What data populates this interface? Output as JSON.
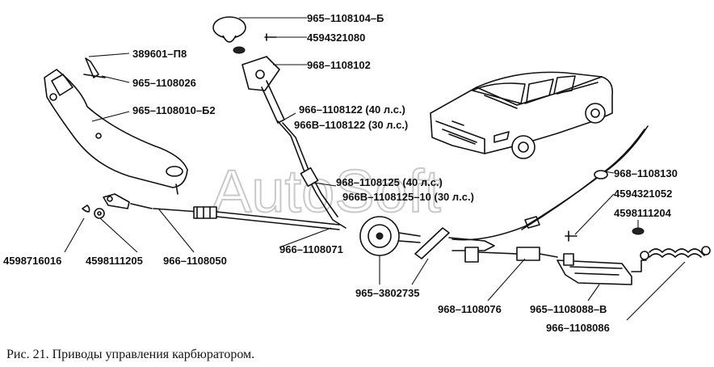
{
  "watermark": "AutoSoft",
  "caption": "Рис. 21. Приводы управления карбюратором.",
  "labels": [
    {
      "id": "l1",
      "text": "965–1108104–Б"
    },
    {
      "id": "l2",
      "text": "4594321080"
    },
    {
      "id": "l3",
      "text": "389601–П8"
    },
    {
      "id": "l4",
      "text": "968–1108102"
    },
    {
      "id": "l5",
      "text": "965–1108026"
    },
    {
      "id": "l6",
      "text": "965–1108010–Б2"
    },
    {
      "id": "l7",
      "text": "966–1108122 (40 л.с.)"
    },
    {
      "id": "l8",
      "text": "966В–1108122 (30 л.с.)"
    },
    {
      "id": "l9",
      "text": "968–1108125 (40 л.с.)"
    },
    {
      "id": "l10",
      "text": "966В–1108125–10 (30 л.с.)"
    },
    {
      "id": "l11",
      "text": "968–1108130"
    },
    {
      "id": "l12",
      "text": "4594321052"
    },
    {
      "id": "l13",
      "text": "4598111204"
    },
    {
      "id": "l14",
      "text": "4598716016"
    },
    {
      "id": "l15",
      "text": "4598111205"
    },
    {
      "id": "l16",
      "text": "966–1108050"
    },
    {
      "id": "l17",
      "text": "966–1108071"
    },
    {
      "id": "l18",
      "text": "965–3802735"
    },
    {
      "id": "l19",
      "text": "968–1108076"
    },
    {
      "id": "l20",
      "text": "965–1108088–В"
    },
    {
      "id": "l21",
      "text": "966–1108086"
    }
  ]
}
